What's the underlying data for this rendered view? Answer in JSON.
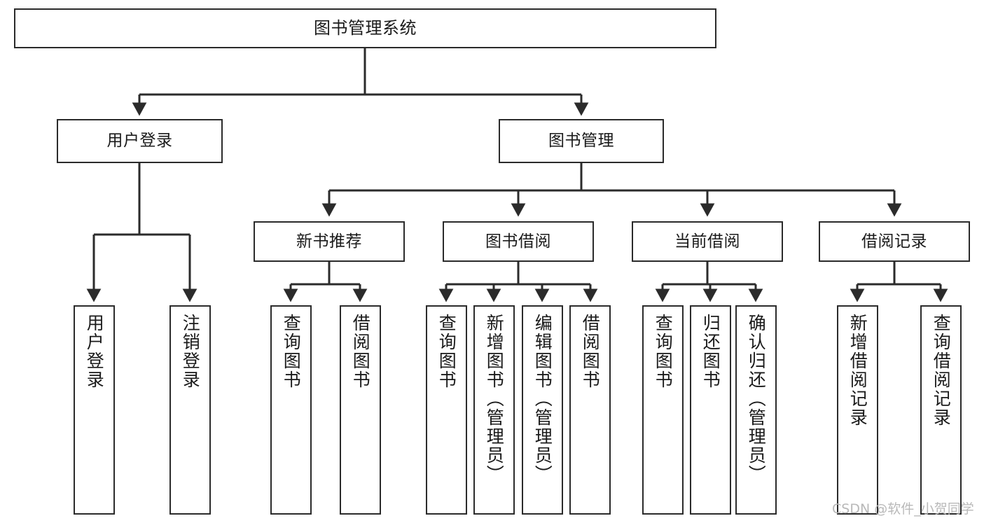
{
  "diagram": {
    "title": "图书管理系统",
    "type": "tree-hierarchy",
    "watermark": "CSDN @软件_小贺同学",
    "colors": {
      "box_border": "#2b2b2b",
      "box_fill": "#ffffff",
      "edge": "#2b2b2b",
      "text": "#1a1a1a",
      "watermark": "#b9b9b9",
      "background": "#ffffff"
    }
  },
  "nodes": {
    "root": {
      "label": "图书管理系统"
    },
    "level1": [
      {
        "id": "user-login",
        "label": "用户登录"
      },
      {
        "id": "book-manage",
        "label": "图书管理"
      }
    ],
    "level2": [
      {
        "id": "new-book-rec",
        "label": "新书推荐"
      },
      {
        "id": "book-borrow",
        "label": "图书借阅"
      },
      {
        "id": "current-borrow",
        "label": "当前借阅"
      },
      {
        "id": "borrow-record",
        "label": "借阅记录"
      }
    ],
    "leaves": [
      {
        "id": "leaf-user-login",
        "label": "用户登录",
        "parent": "user-login"
      },
      {
        "id": "leaf-logout",
        "label": "注销登录",
        "parent": "user-login"
      },
      {
        "id": "leaf-query-book-1",
        "label": "查询图书",
        "parent": "new-book-rec"
      },
      {
        "id": "leaf-borrow-book-1",
        "label": "借阅图书",
        "parent": "new-book-rec"
      },
      {
        "id": "leaf-query-book-2",
        "label": "查询图书",
        "parent": "book-borrow"
      },
      {
        "id": "leaf-add-book",
        "label": "新增图书（管理员）",
        "parent": "book-borrow"
      },
      {
        "id": "leaf-edit-book",
        "label": "编辑图书（管理员）",
        "parent": "book-borrow"
      },
      {
        "id": "leaf-borrow-book-2",
        "label": "借阅图书",
        "parent": "book-borrow"
      },
      {
        "id": "leaf-query-book-3",
        "label": "查询图书",
        "parent": "current-borrow"
      },
      {
        "id": "leaf-return-book",
        "label": "归还图书",
        "parent": "current-borrow"
      },
      {
        "id": "leaf-confirm-return",
        "label": "确认归还（管理员）",
        "parent": "current-borrow"
      },
      {
        "id": "leaf-add-record",
        "label": "新增借阅记录",
        "parent": "borrow-record"
      },
      {
        "id": "leaf-query-record",
        "label": "查询借阅记录",
        "parent": "borrow-record"
      }
    ]
  }
}
